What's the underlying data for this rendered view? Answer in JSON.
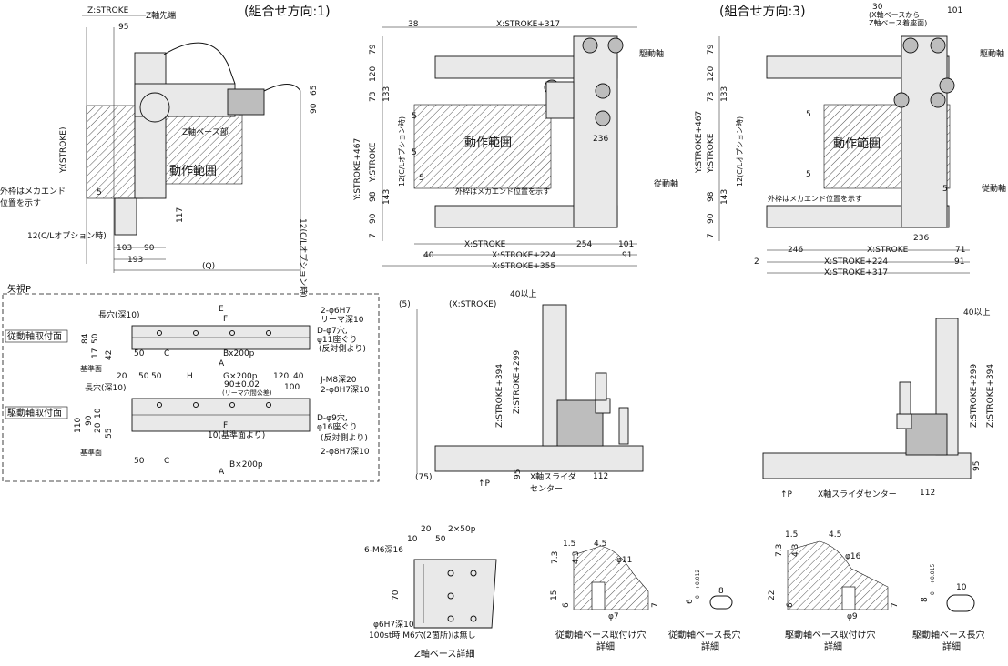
{
  "views": {
    "view1": {
      "title": "(組合せ方向:1)",
      "labels": [
        "Z:STROKE",
        "Z軸先端",
        "95",
        "Z軸ベース部",
        "Y:(STROKE)",
        "動作範囲",
        "外枠はメカエンド",
        "位置を示す",
        "5",
        "117",
        "12(C/Lオプション時)",
        "103",
        "90",
        "193",
        "(Q)",
        "65",
        "90",
        "12(C/Lオプション時)"
      ]
    },
    "view2": {
      "labels": [
        "38",
        "X:STROKE+317",
        "駆動軸",
        "79",
        "120",
        "Y:STROKE+467",
        "Y:STROKE",
        "73",
        "133",
        "5",
        "5",
        "動作範囲",
        "236",
        "12(C/Lオプション時)",
        "143",
        "5",
        "外枠はメカエンド位置を示す",
        "従動軸",
        "98",
        "90",
        "7",
        "X:STROKE",
        "254",
        "101",
        "40",
        "X:STROKE+224",
        "91",
        "X:STROKE+355"
      ]
    },
    "view3": {
      "title": "(組合せ方向:3)",
      "labels": [
        "30",
        "(X軸ベースから",
        "Z軸ベース着座面)",
        "101",
        "駆動軸",
        "79",
        "120",
        "Y:STROKE+467",
        "Y:STROKE",
        "73",
        "133",
        "5",
        "動作範囲",
        "12(C/Lオプション時)",
        "143",
        "5",
        "外枠はメカエンド位置を示す",
        "5",
        "従動軸",
        "98",
        "90",
        "7",
        "236",
        "246",
        "X:STROKE",
        "71",
        "2",
        "X:STROKE+224",
        "91",
        "X:STROKE+317"
      ]
    },
    "arrowP": {
      "title": "矢視P",
      "labels": [
        "長穴(深10)",
        "E",
        "2-φ6H7",
        "リーマ深10",
        "F",
        "D-φ7穴,",
        "φ11座ぐり",
        "(反対側より)",
        "84",
        "50",
        "17",
        "42",
        "従動軸取付面",
        "50",
        "C",
        "Bx200p",
        "A",
        "基準面",
        "20",
        "50",
        "50",
        "H",
        "G×200p",
        "120",
        "40",
        "J-M8深20",
        "長穴(深10)",
        "90±0.02",
        "(リーマ穴間公差)",
        "100",
        "2-φ8H7深10",
        "駆動軸取付面",
        "110",
        "90",
        "10",
        "20",
        "55",
        "D-φ9穴,",
        "φ16座ぐり",
        "(反対側より)",
        "10(基準面より)",
        "F",
        "2-φ8H7深10",
        "基準面",
        "50",
        "C",
        "B×200p",
        "A"
      ]
    },
    "sideview1": {
      "labels": [
        "(5)",
        "(X:STROKE)",
        "40以上",
        "Z:STROKE+394",
        "Z:STROKE+299",
        "(75)",
        "95",
        "X軸スライダ",
        "センター",
        "112",
        "↑P"
      ]
    },
    "sideview2": {
      "labels": [
        "40以上",
        "Z:STROKE+299",
        "Z:STROKE+394",
        "95",
        "↑P",
        "X軸スライダセンター",
        "112"
      ]
    },
    "zbase": {
      "title": "Z軸ベース詳細",
      "labels": [
        "20",
        "2×50p",
        "10",
        "6-M6深16",
        "50",
        "70",
        "φ6H7深10",
        "100st時 M6穴(2箇所)は無し"
      ]
    },
    "followHole": {
      "title": "従動軸ベース取付け穴",
      "title2": "詳細",
      "labels": [
        "1.5",
        "4.5",
        "7.3",
        "4.3",
        "φ11",
        "15",
        "6",
        "7",
        "φ7"
      ]
    },
    "followSlot": {
      "title": "従動軸ベース長穴",
      "title2": "詳細",
      "labels": [
        "6",
        "+0.012",
        "0",
        "8"
      ]
    },
    "driveHole": {
      "title": "駆動軸ベース取付け穴",
      "title2": "詳細",
      "labels": [
        "1.5",
        "4.5",
        "7.3",
        "4.3",
        "φ16",
        "22",
        "6",
        "7",
        "φ9"
      ]
    },
    "driveSlot": {
      "title": "駆動軸ベース長穴",
      "title2": "詳細",
      "labels": [
        "8",
        "+0.015",
        "0",
        "10"
      ]
    }
  }
}
